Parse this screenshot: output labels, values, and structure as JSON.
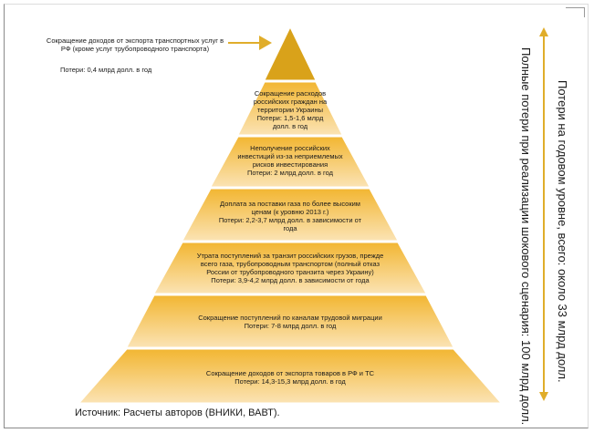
{
  "apex": {
    "label": "Сокращение доходов от экспорта транспортных услуг в РФ (кроме услуг трубопроводного транспорта)",
    "loss": "Потери: 0,4 млрд долл. в год"
  },
  "levels": [
    {
      "lines": [
        "Сокращение расходов",
        "российских граждан на",
        "территории Украины",
        "Потери: 1,5-1,6 млрд",
        "долл. в год"
      ]
    },
    {
      "lines": [
        "Неполучение российских",
        "инвестиций из-за неприемлемых",
        "рисков инвестирования",
        "Потери: 2 млрд долл. в год"
      ]
    },
    {
      "lines": [
        "Доплата за поставки газа по более высоким",
        "ценам (к уровню 2013 г.)",
        "Потери: 2,2-3,7 млрд долл. в зависимости от",
        "года"
      ]
    },
    {
      "lines": [
        "Утрата поступлений за транзит российских грузов, прежде",
        "всего газа, трубопроводным транспортом (полный отказ",
        "России от трубопроводного транзита через Украину)",
        "Потери: 3,9-4,2 млрд долл. в зависимости от года"
      ]
    },
    {
      "lines": [
        "Сокращение поступлений по каналам трудовой миграции",
        "Потери: 7-8 млрд долл. в год"
      ]
    },
    {
      "lines": [
        "Сокращение доходов от экспорта товаров в РФ и ТС",
        "Потери: 14,3-15,3 млрд долл. в год"
      ]
    }
  ],
  "side_labels": {
    "annual": "Потери на годовом уровне, всего: около 33 млрд долл.",
    "total": "Полные потери при реализации шокового сценария: 100 млрд долл."
  },
  "source": "Источник: Расчеты авторов (ВНИКИ, ВАВТ).",
  "colors": {
    "apex": "#d9a21a",
    "tier_dark": "#f2b632",
    "tier_light": "#fbe2b0",
    "arrow": "#e0ad2a"
  }
}
